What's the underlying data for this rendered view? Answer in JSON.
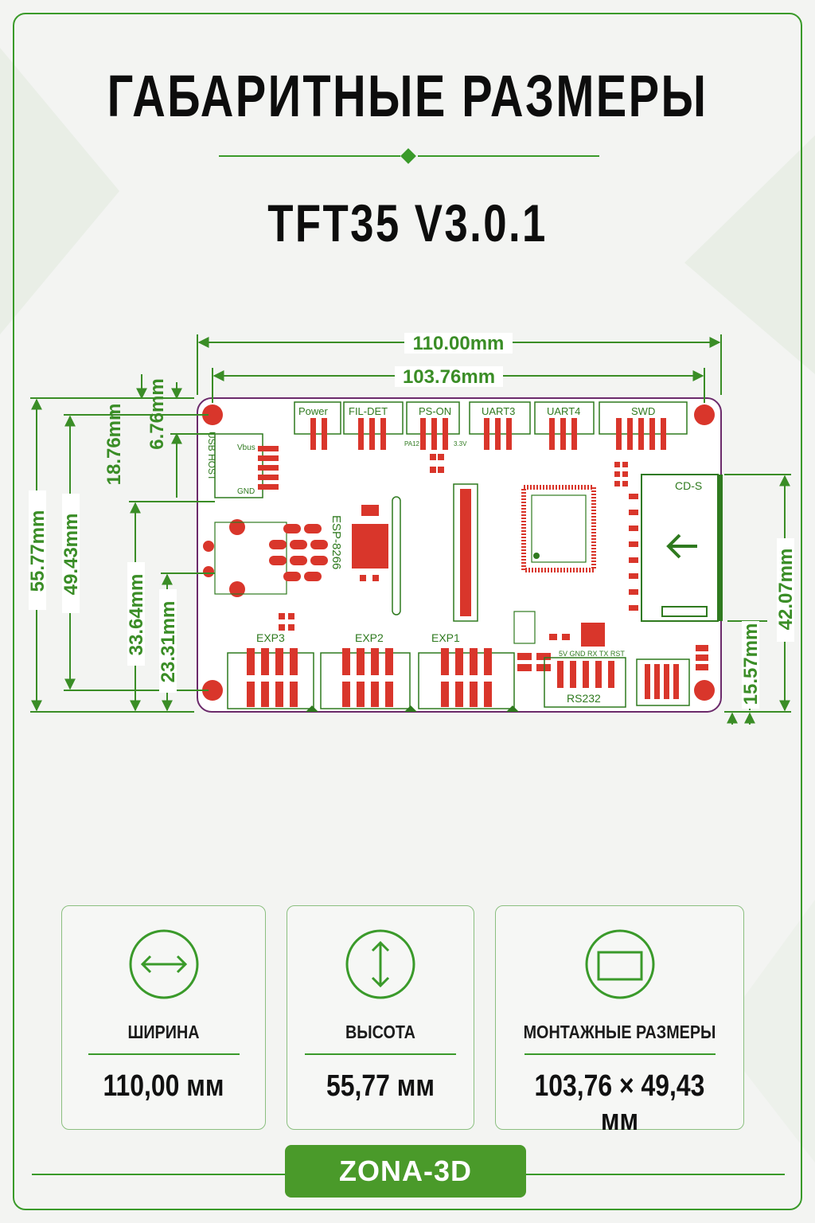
{
  "title": "ГАБАРИТНЫЕ РАЗМЕРЫ",
  "subtitle": "TFT35 V3.0.1",
  "dimensions": {
    "overall_width": "110.00mm",
    "mount_width": "103.76mm",
    "overall_height": "55.77mm",
    "mount_height": "49.43mm",
    "top_offset_a": "18.76mm",
    "top_offset_b": "6.76mm",
    "left_offset_a": "33.64mm",
    "left_offset_b": "23.31mm",
    "right_height": "42.07mm",
    "right_offset": "15.57mm"
  },
  "board_labels": {
    "power": "Power",
    "fil_det": "FIL-DET",
    "ps_on": "PS-ON",
    "uart3": "UART3",
    "uart4": "UART4",
    "swd": "SWD",
    "cd_s": "CD-S",
    "usb_host": "USB HOST",
    "vbus": "Vbus",
    "gnd": "GND",
    "esp": "ESP-8266",
    "exp3": "EXP3",
    "exp2": "EXP2",
    "exp1": "EXP1",
    "rs232": "RS232",
    "rs232_pins": "5V GND RX TX RST",
    "pa12": "PA12",
    "v33": "3.3V"
  },
  "cards": [
    {
      "label": "ШИРИНА",
      "value": "110,00 мм",
      "icon": "horizontal-arrow-icon"
    },
    {
      "label": "ВЫСОТА",
      "value": "55,77 мм",
      "icon": "vertical-arrow-icon"
    },
    {
      "label": "МОНТАЖНЫЕ РАЗМЕРЫ",
      "value": "103,76 × 49,43 мм",
      "icon": "rectangle-icon"
    }
  ],
  "brand": "ZONA-3D",
  "colors": {
    "accent": "#3a9a2a",
    "pad_red": "#d9362b",
    "board_outline": "#6b2a6b",
    "dimension_green": "#3a8d26"
  }
}
